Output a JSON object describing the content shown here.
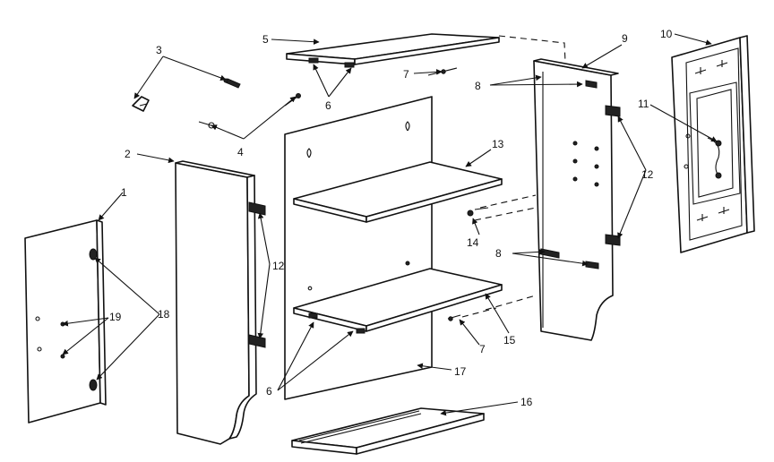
{
  "labels": {
    "p1": "1",
    "p2": "2",
    "p3": "3",
    "p4": "4",
    "p5": "5",
    "p6a": "6",
    "p6b": "6",
    "p7a": "7",
    "p7b": "7",
    "p8a": "8",
    "p8b": "8",
    "p9": "9",
    "p10": "10",
    "p11": "11",
    "p12a": "12",
    "p12b": "12",
    "p13": "13",
    "p14": "14",
    "p15": "15",
    "p16": "16",
    "p17": "17",
    "p18": "18",
    "p19": "19"
  }
}
